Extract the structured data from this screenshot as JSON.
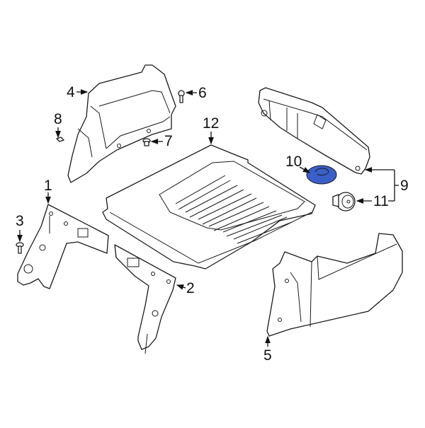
{
  "diagram": {
    "highlight_color": "#3a5fc8",
    "highlighted_part": "10",
    "callouts": [
      {
        "id": "1",
        "label": "1"
      },
      {
        "id": "2",
        "label": "2"
      },
      {
        "id": "3",
        "label": "3"
      },
      {
        "id": "4",
        "label": "4"
      },
      {
        "id": "5",
        "label": "5"
      },
      {
        "id": "6",
        "label": "6"
      },
      {
        "id": "7",
        "label": "7"
      },
      {
        "id": "8",
        "label": "8"
      },
      {
        "id": "9",
        "label": "9"
      },
      {
        "id": "10",
        "label": "10"
      },
      {
        "id": "11",
        "label": "11"
      },
      {
        "id": "12",
        "label": "12"
      }
    ]
  }
}
